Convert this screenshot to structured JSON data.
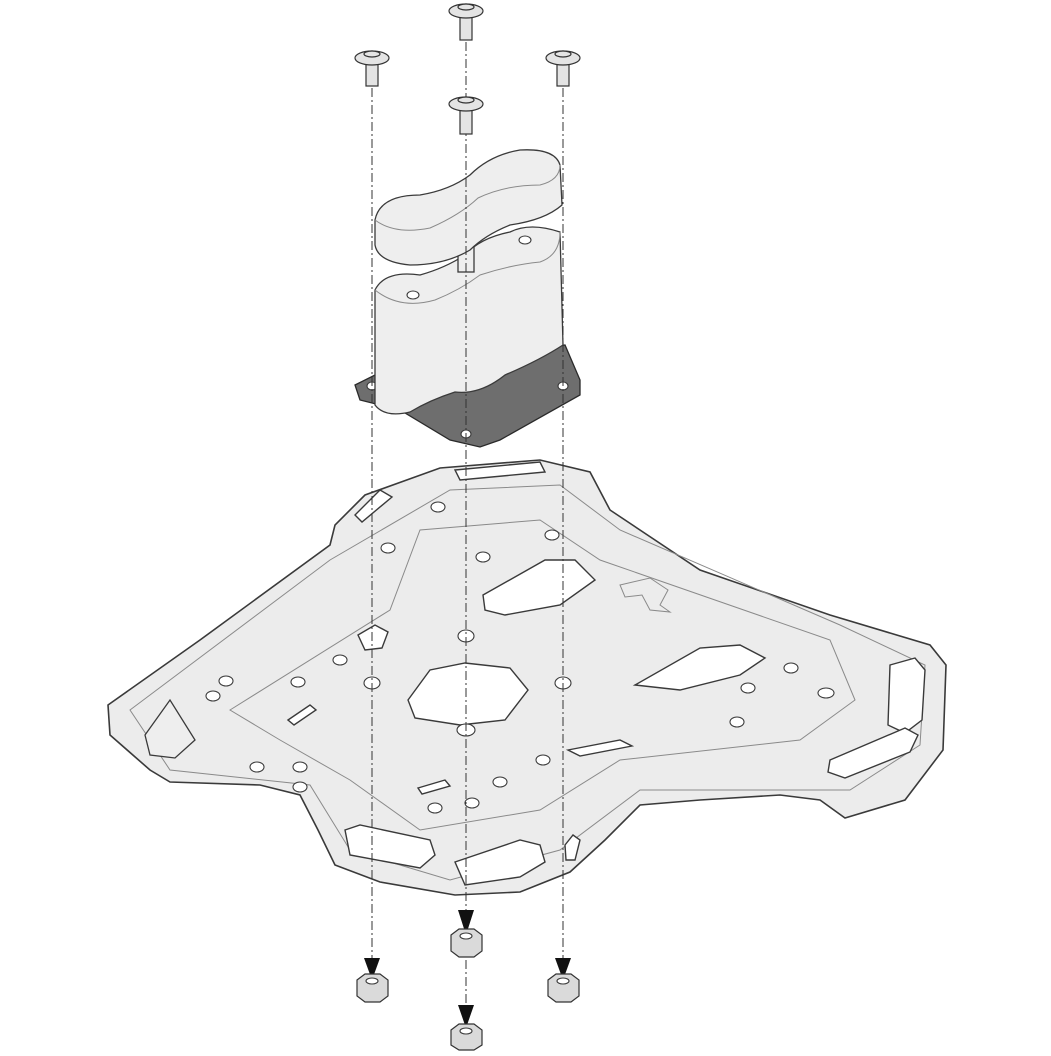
{
  "diagram": {
    "type": "exploded-assembly-drawing",
    "parts": [
      "top-case-adapter-plate",
      "mounting-block-upper",
      "mounting-block-lower",
      "base-bracket",
      "screws",
      "flange-nuts"
    ],
    "screw_count": 4,
    "nut_count": 4,
    "colors": {
      "plate": "#ececec",
      "outline": "#3a3a3a",
      "bracket": "#6e6e6e",
      "arrow": "#111111"
    }
  }
}
